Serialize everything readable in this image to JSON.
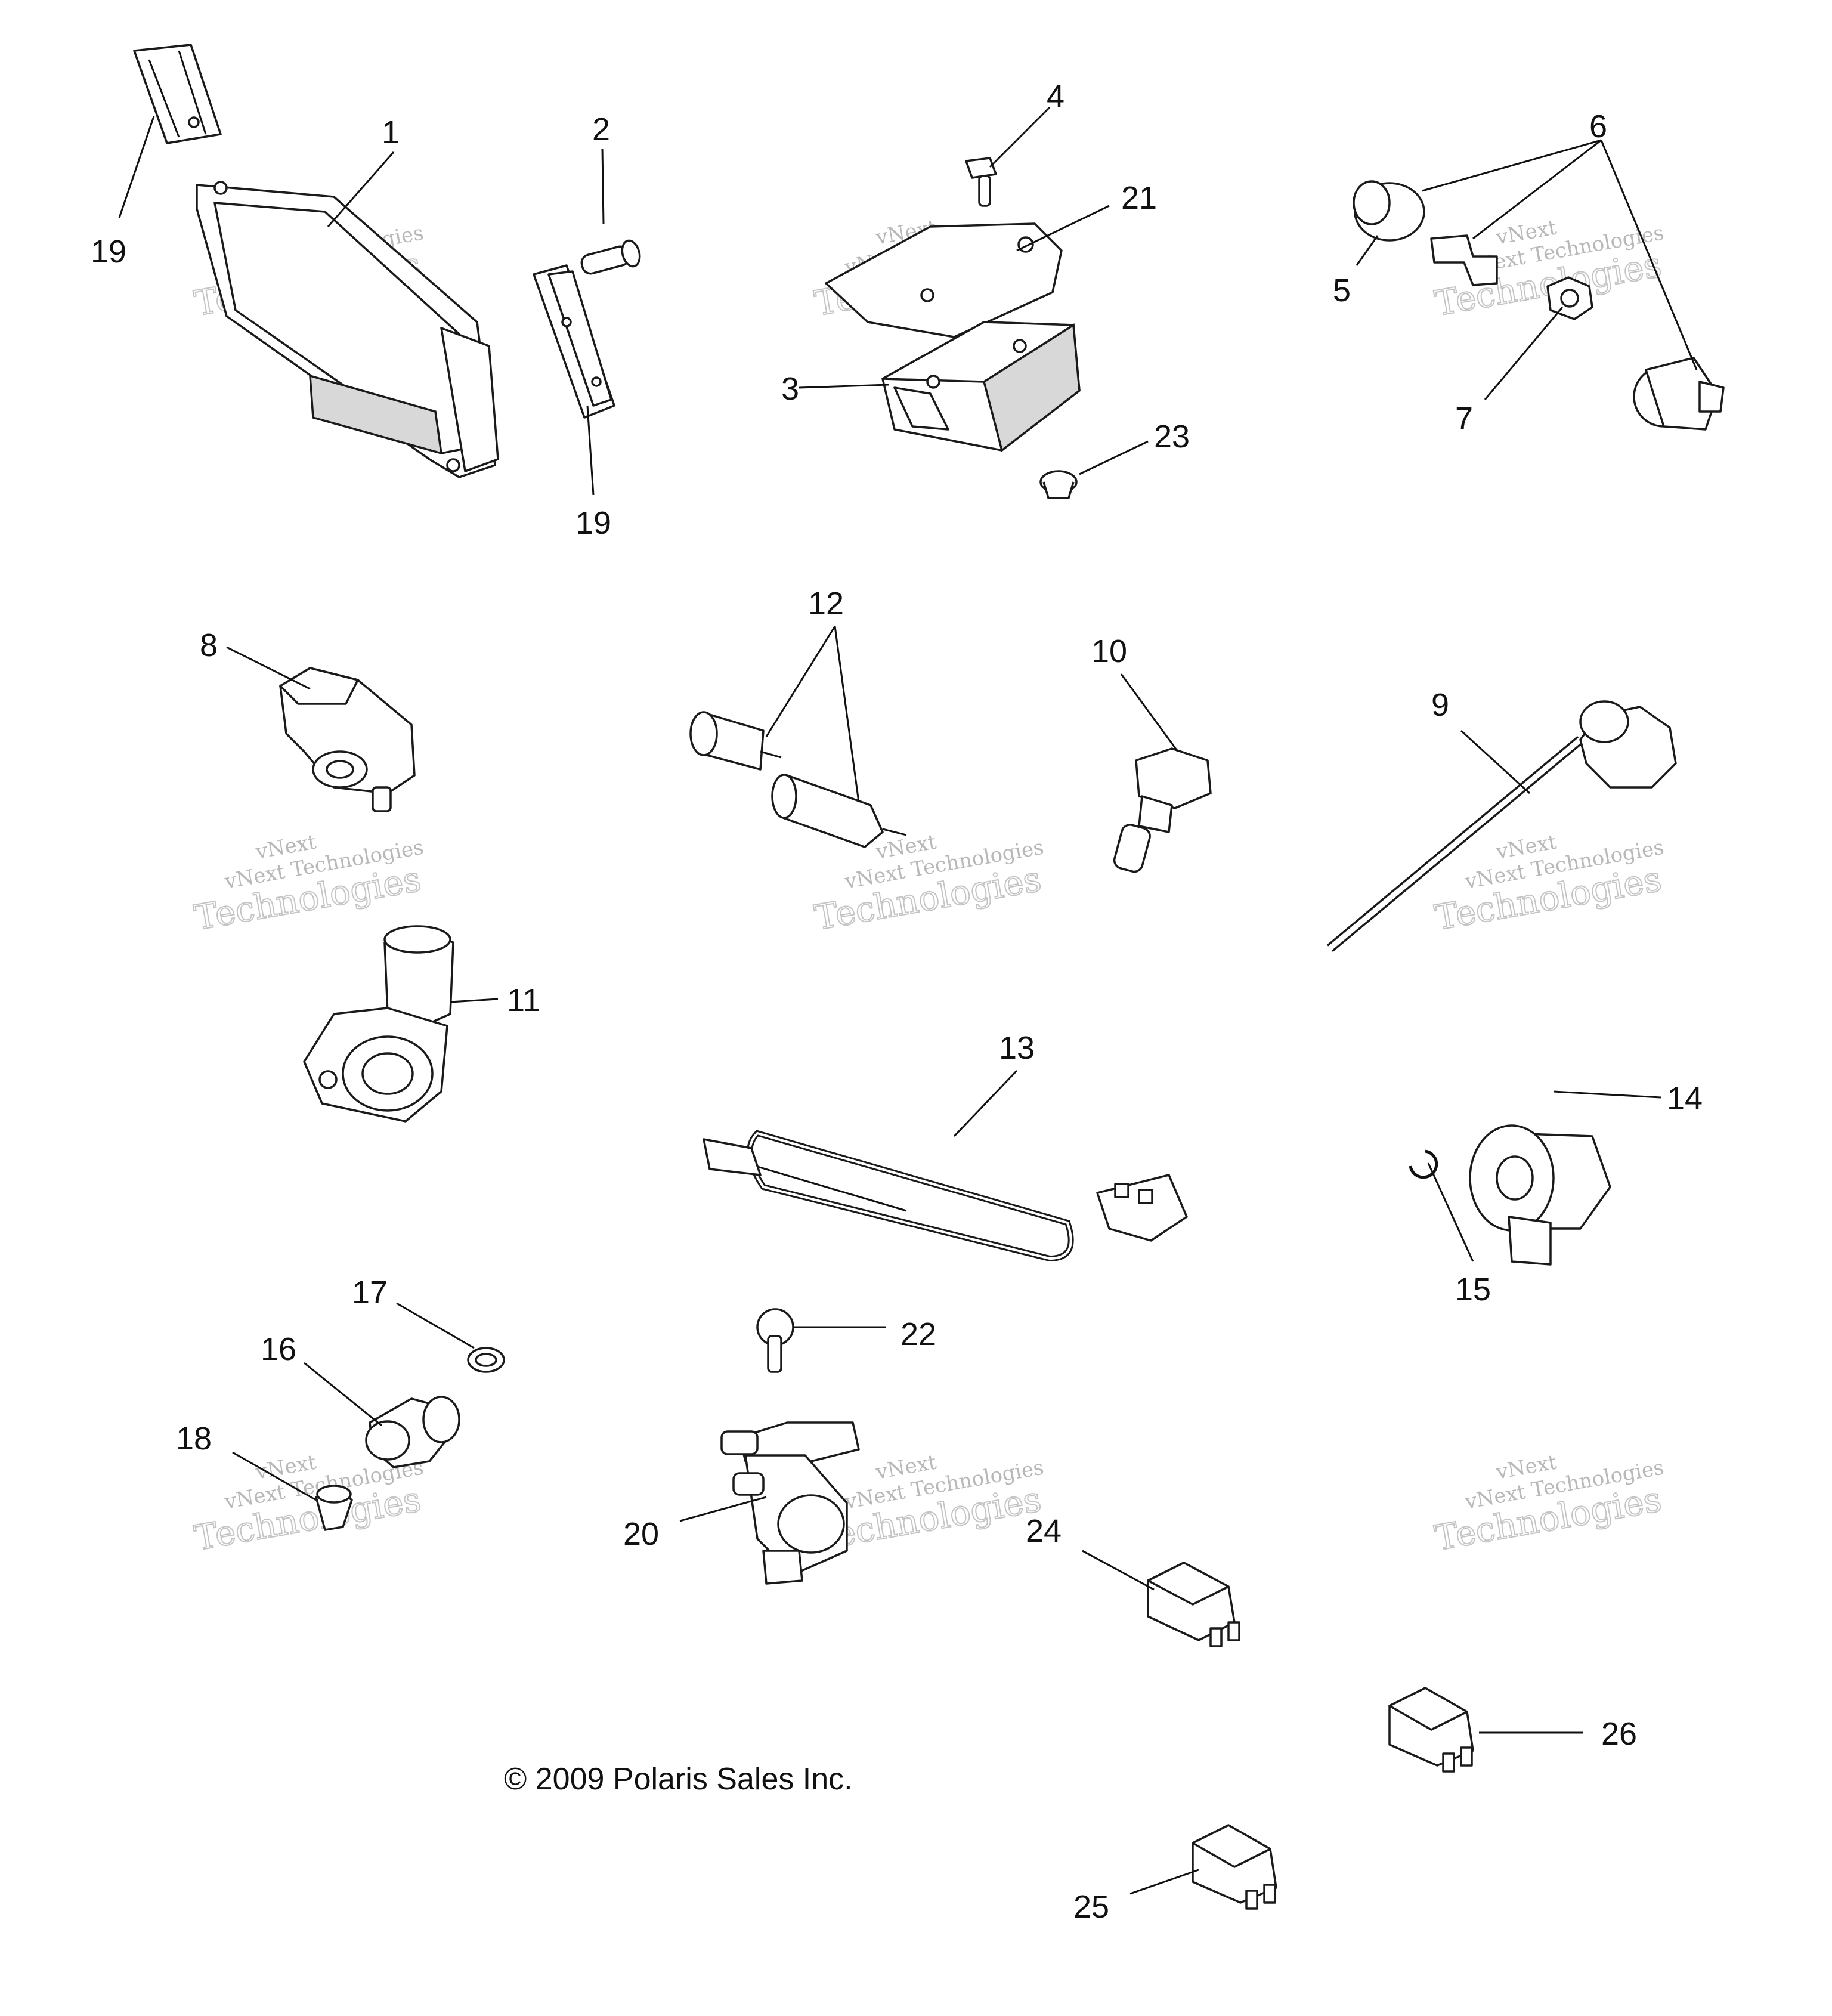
{
  "callouts": {
    "c1": "1",
    "c2": "2",
    "c3": "3",
    "c4": "4",
    "c5": "5",
    "c6": "6",
    "c7": "7",
    "c8": "8",
    "c9": "9",
    "c10": "10",
    "c11": "11",
    "c12": "12",
    "c13": "13",
    "c14": "14",
    "c15": "15",
    "c16": "16",
    "c17": "17",
    "c18": "18",
    "c19a": "19",
    "c19b": "19",
    "c20": "20",
    "c21": "21",
    "c22": "22",
    "c23": "23",
    "c24": "24",
    "c25": "25",
    "c26": "26"
  },
  "watermark": {
    "top": "vNext",
    "line2": "vNext Technologies",
    "big": "Technologies"
  },
  "copyright": "© 2009 Polaris Sales Inc."
}
